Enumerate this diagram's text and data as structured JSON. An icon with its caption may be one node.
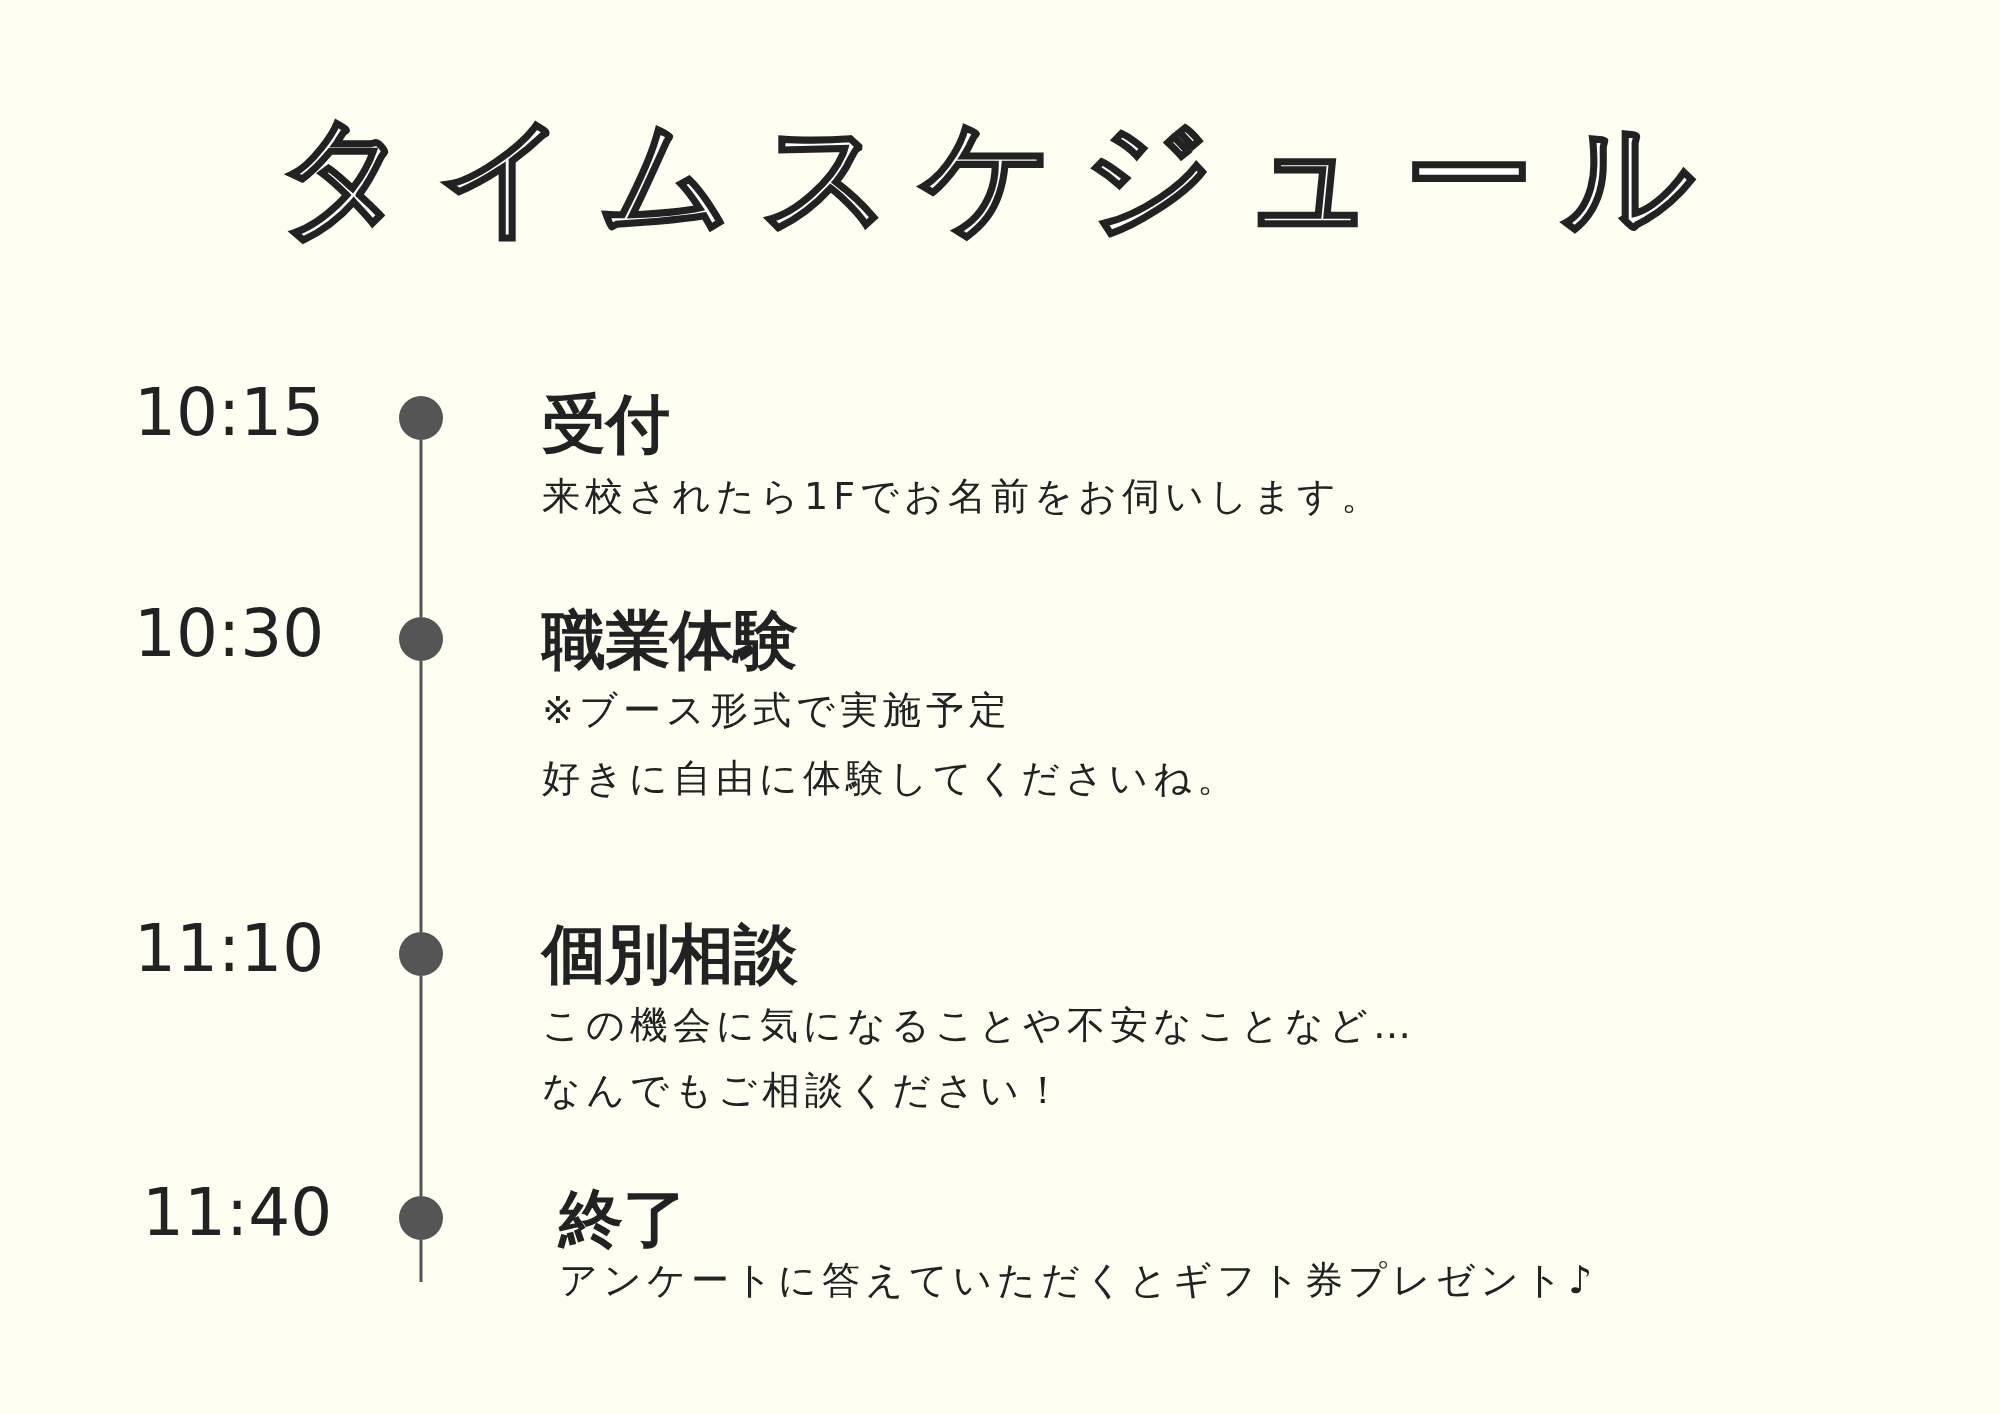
{
  "diagram": {
    "title": "タイムスケジュール",
    "nodes": [
      {
        "text": [],
        "shape": "circle",
        "beside": [
          "10:15",
          "受付",
          "来校されたら1Fでお名前をお伺いします。"
        ]
      },
      {
        "text": [],
        "shape": "circle",
        "beside": [
          "10:30",
          "職業体験",
          "※ブース形式で実施予定",
          "好きに自由に体験してくださいね。"
        ]
      },
      {
        "text": [],
        "shape": "circle",
        "beside": [
          "11:10",
          "個別相談",
          "この機会に気になることや不安なことなど…",
          "なんでもご相談ください！"
        ]
      },
      {
        "text": [],
        "shape": "circle",
        "beside": [
          "11:40",
          "終了",
          "アンケートに答えていただくとギフト券プレゼント♪"
        ]
      }
    ],
    "edges": [
      {
        "from": 0,
        "to": 1,
        "arrow": "none"
      },
      {
        "from": 1,
        "to": 2,
        "arrow": "none"
      },
      {
        "from": 2,
        "to": 3,
        "arrow": "none"
      }
    ]
  }
}
